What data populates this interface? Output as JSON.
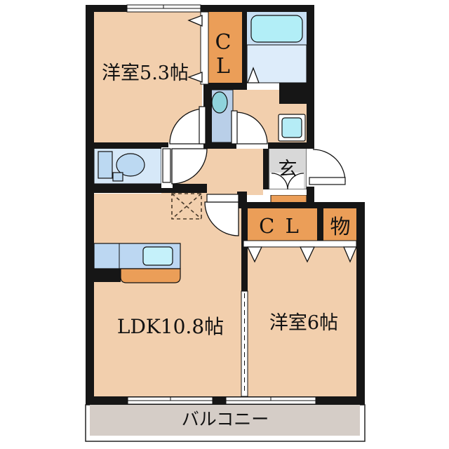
{
  "plan": {
    "title": "apartment-floor-plan",
    "rooms": {
      "western_room_53": {
        "label": "洋室5.3帖"
      },
      "ldk": {
        "label": "LDK10.8帖"
      },
      "western_room_6": {
        "label": "洋室6帖"
      },
      "entrance": {
        "label": "玄"
      },
      "closet_top": {
        "char_top": "C",
        "char_bottom": "L"
      },
      "closet_mid": {
        "label": "C L"
      },
      "storage": {
        "label": "物"
      },
      "balcony": {
        "label": "バルコニー"
      }
    },
    "fixtures": [
      "bathtub",
      "toilet",
      "wash-basin",
      "washing-machine",
      "kitchen-counter",
      "kitchen-sink",
      "refrigerator-space",
      "entrance-door",
      "sliding-partition",
      "closet-doors"
    ],
    "colors": {
      "floor": "#f2cfad",
      "wall": "#161616",
      "closet_orange": "#eb9e58",
      "bath_floor": "#c9e0f4",
      "bath_floor_light": "#ddecfa",
      "bathtub": "#b2eef7",
      "toilet_room": "#d6e8f8",
      "fixture_blue": "#bcd9f2",
      "washbasin": "#b9cfe8",
      "basin_bowl": "#8fd3dc",
      "washer": "#b5ecf6",
      "kitchen_counter": "#bcd7f2",
      "kitchen_sink": "#c5f1fa",
      "genkan_gray": "#d8d8d8",
      "balcony_gray": "#d5cdc7"
    }
  }
}
